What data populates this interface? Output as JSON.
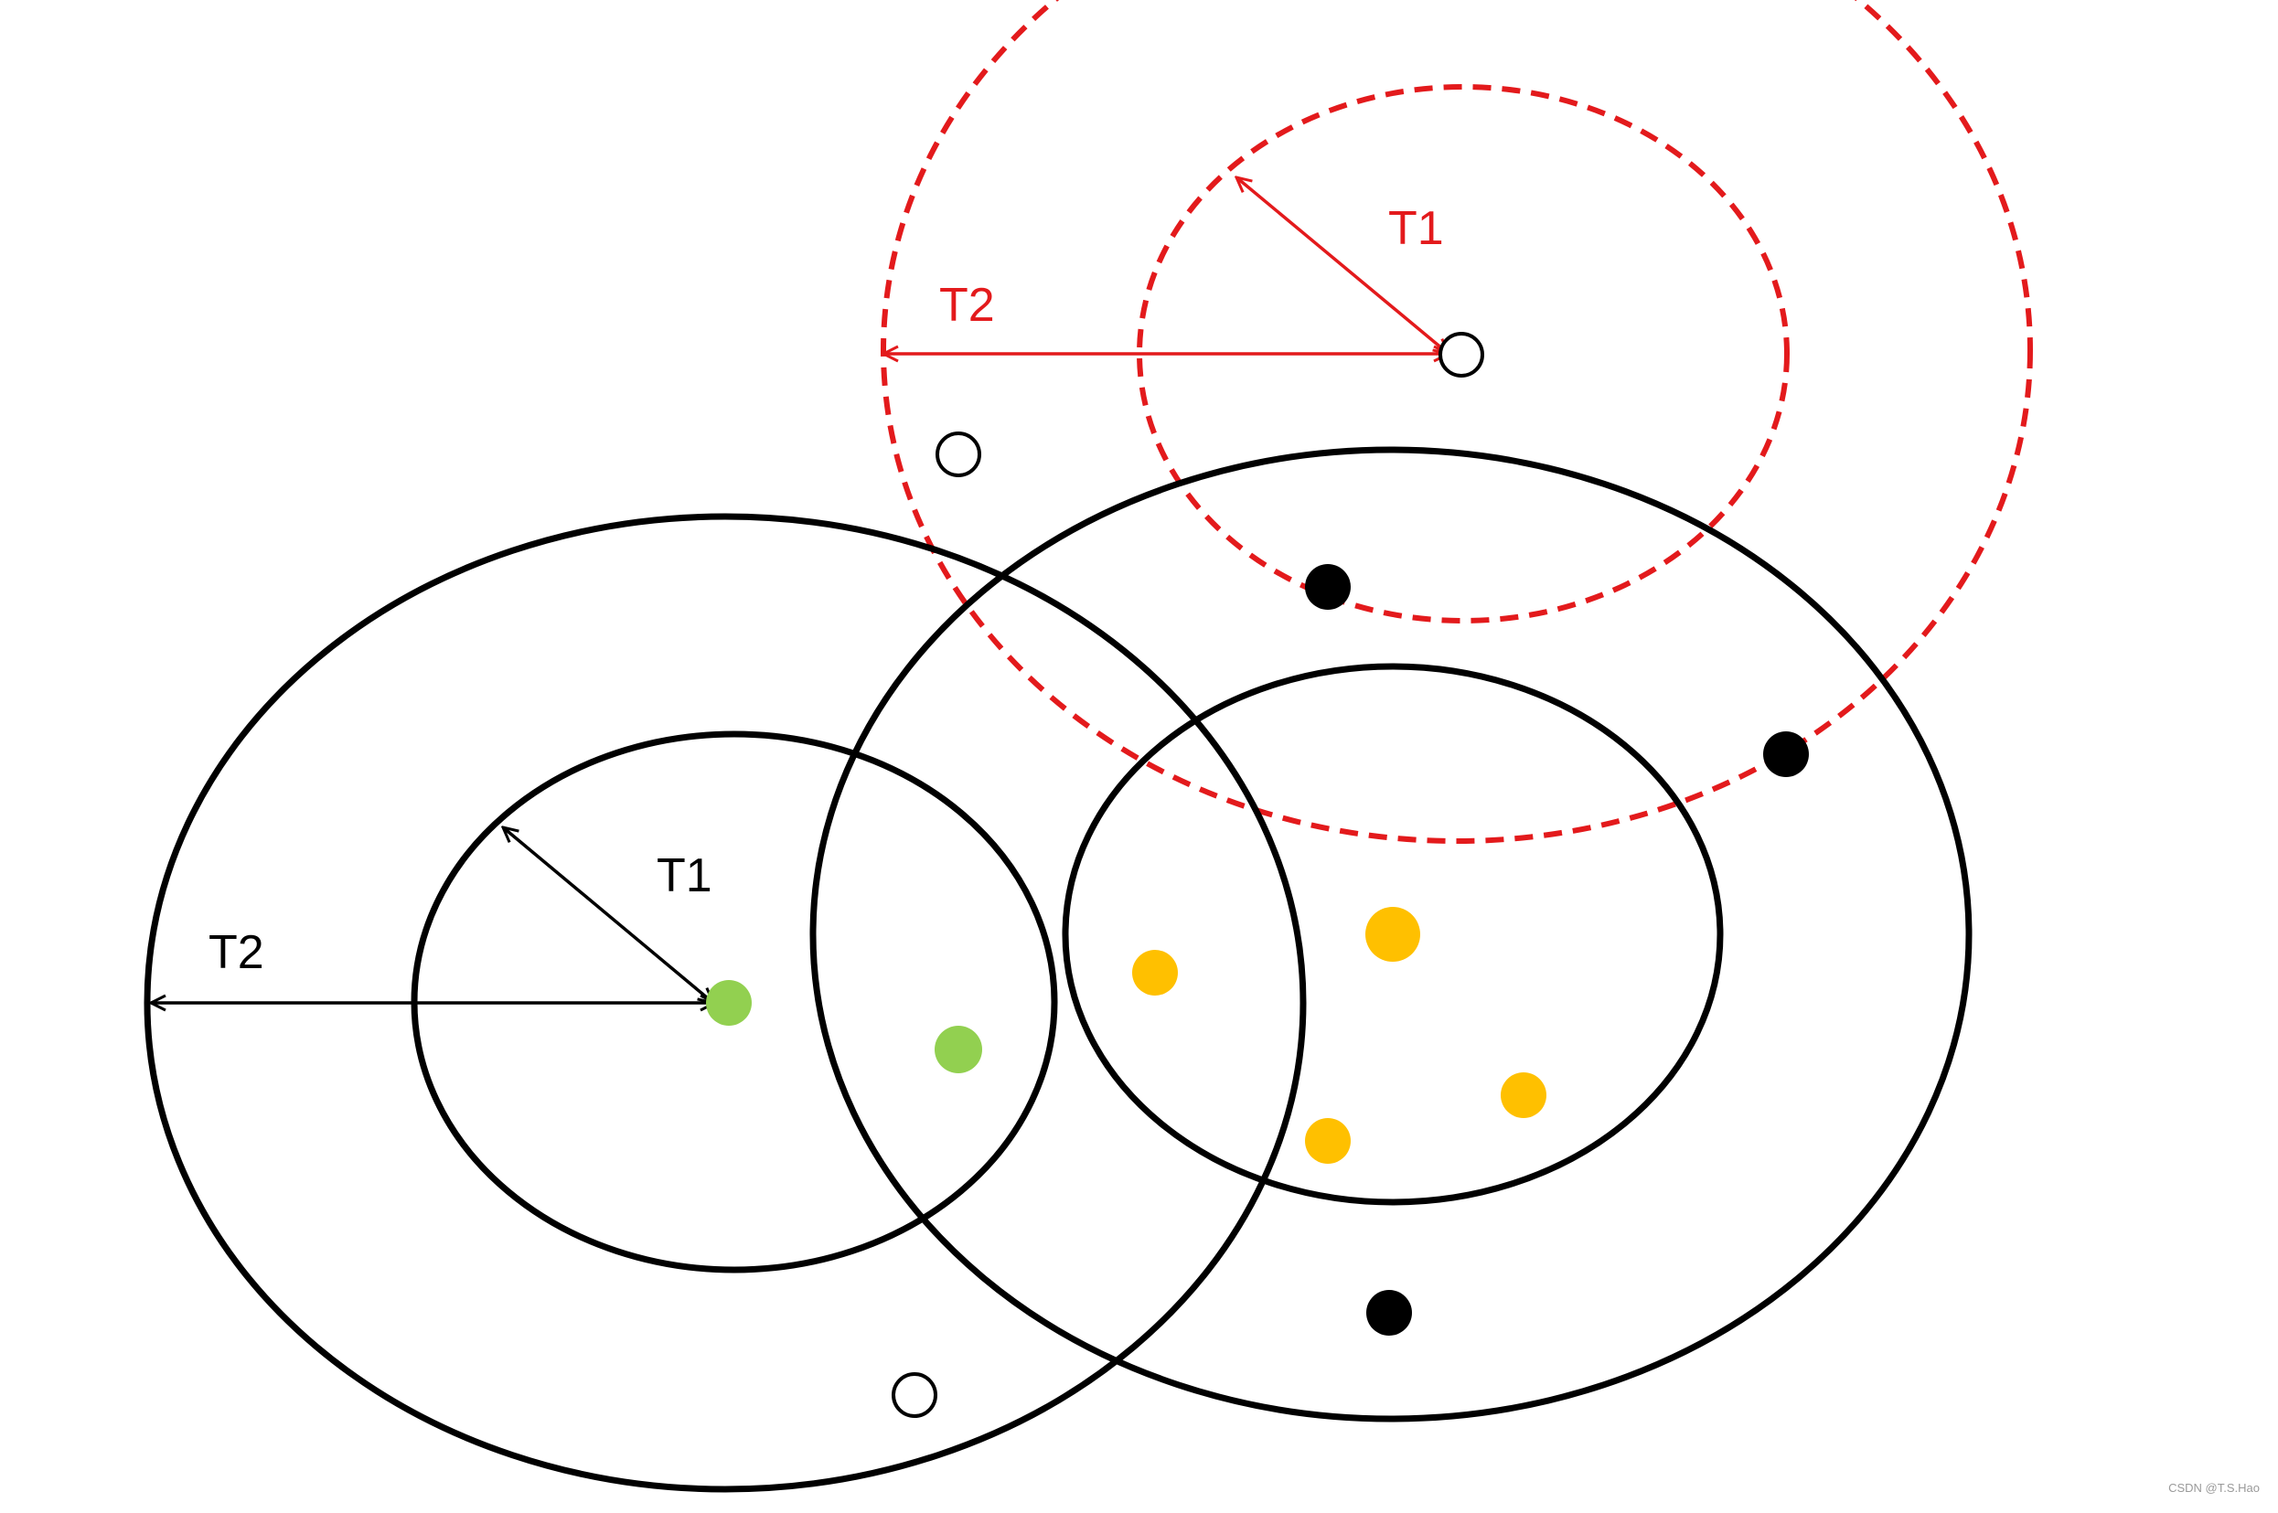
{
  "colors": {
    "background": "#ffffff",
    "black": "#000000",
    "red": "#e31a1c",
    "green": "#92d050",
    "yellow": "#ffc000"
  },
  "labels": {
    "red_t1": "T1",
    "red_t2": "T2",
    "black_t1": "T1",
    "black_t2": "T2"
  },
  "watermark": "CSDN @T.S.Hao"
}
